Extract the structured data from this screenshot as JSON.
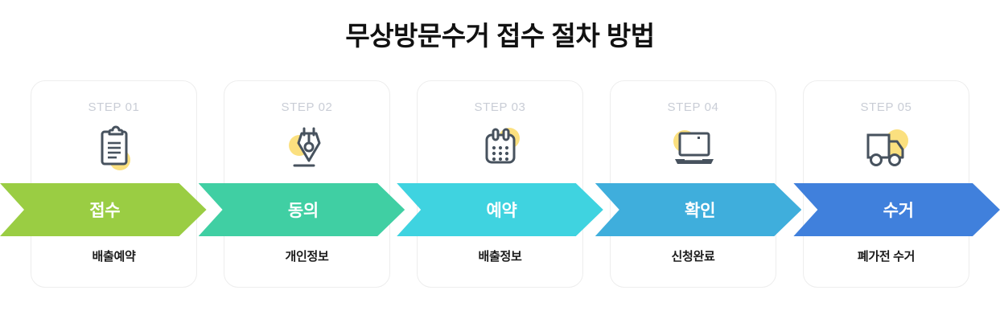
{
  "page": {
    "title": "무상방문수거 접수 절차 방법",
    "background_color": "#ffffff",
    "title_color": "#111111",
    "card_border_color": "#ededed",
    "icon_color": "#47525e",
    "accent_dot_color": "#fbe07f",
    "step_number_color": "#c9cdd6"
  },
  "steps": [
    {
      "number": "STEP 01",
      "icon": "clipboard-icon",
      "stage_label": "접수",
      "stage_color": "#9ACD43",
      "description": "배출예약",
      "dot_position": "bottom-right"
    },
    {
      "number": "STEP 02",
      "icon": "pen-nib-icon",
      "stage_label": "동의",
      "stage_color": "#40CFA3",
      "description": "개인정보",
      "dot_position": "left"
    },
    {
      "number": "STEP 03",
      "icon": "calendar-icon",
      "stage_label": "예약",
      "stage_color": "#3FD3E0",
      "description": "배출정보",
      "dot_position": "top-right"
    },
    {
      "number": "STEP 04",
      "icon": "laptop-icon",
      "stage_label": "확인",
      "stage_color": "#3FAEDC",
      "description": "신청완료",
      "dot_position": "top-left"
    },
    {
      "number": "STEP 05",
      "icon": "truck-icon",
      "stage_label": "수거",
      "stage_color": "#4080DC",
      "description": "폐가전 수거",
      "dot_position": "top-right"
    }
  ]
}
